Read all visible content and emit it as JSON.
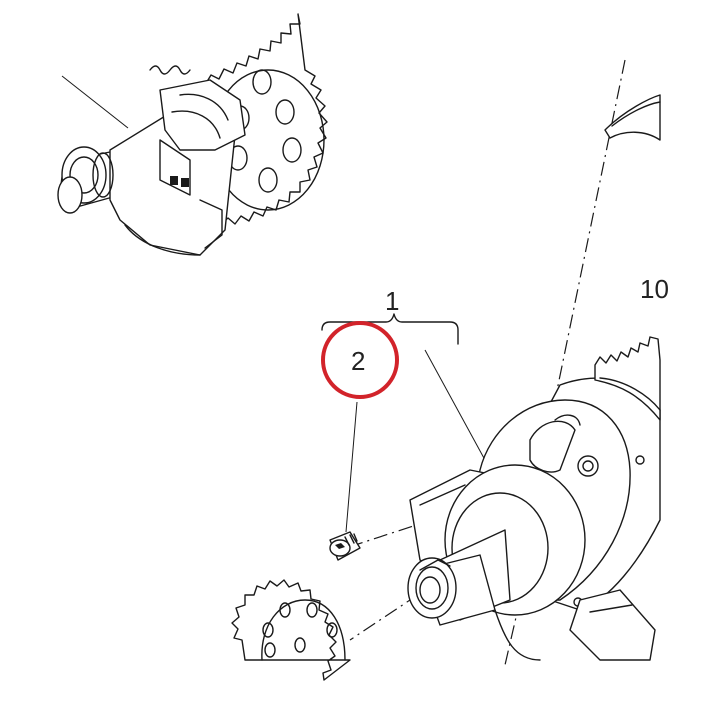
{
  "diagram": {
    "callouts": {
      "assembly": "1",
      "part": "2",
      "edge_partial": "10"
    },
    "highlight_color": "#d2232a",
    "line_color": "#1a1a1a",
    "background": "#ffffff"
  }
}
